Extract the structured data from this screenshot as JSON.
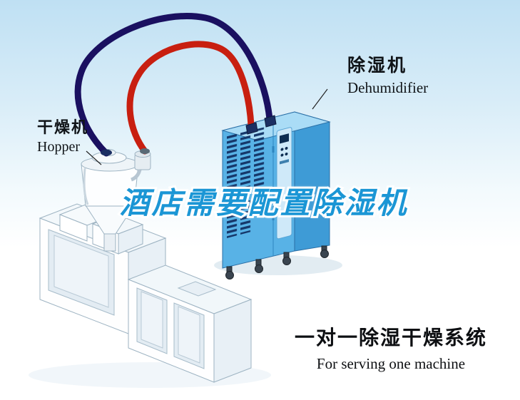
{
  "labels": {
    "hopper": {
      "title": "干燥机",
      "subtitle": "Hopper"
    },
    "dehumidifier": {
      "title": "除湿机",
      "subtitle": "Dehumidifier"
    }
  },
  "headline": {
    "text": "酒店需要配置除湿机"
  },
  "caption": {
    "title": "一对一除湿干燥系统",
    "subtitle": "For serving one machine"
  },
  "colors": {
    "background_top": "#bfe0f3",
    "background_bottom": "#ffffff",
    "headline_blue": "#1b96d5",
    "pipe_navy": "#1a1060",
    "pipe_red": "#c81f10",
    "cabinet_front": "#58b2e6",
    "cabinet_side": "#3e9bd6",
    "cabinet_top": "#aadcf6",
    "vent_navy": "#16386b"
  }
}
